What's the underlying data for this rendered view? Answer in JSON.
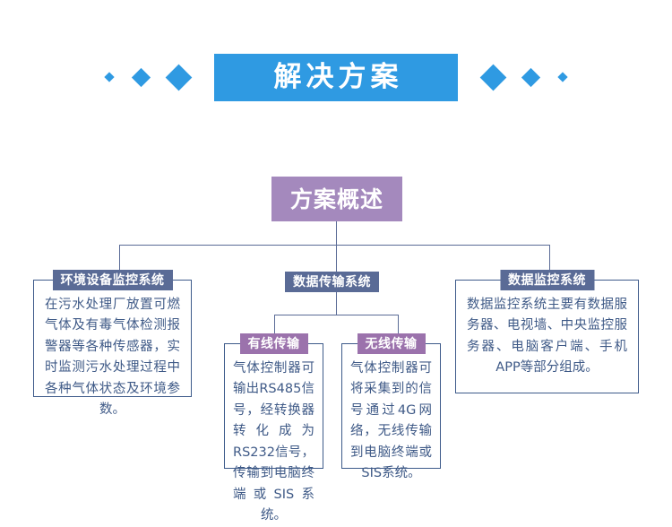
{
  "banner": {
    "title": "解决方案",
    "accent_color": "#2f9ae2",
    "left_diamonds": [
      "small",
      "medium",
      "large"
    ],
    "right_diamonds": [
      "large",
      "medium",
      "small"
    ]
  },
  "root": {
    "label": "方案概述",
    "color": "#a489bd"
  },
  "nodes": {
    "environment": {
      "header": "环境设备监控系统",
      "header_color": "#5a6b96",
      "body": "在污水处理厂放置可燃气体及有毒气体检测报警器等各种传感器，实时监测污水处理过程中各种气体状态及环境参数。"
    },
    "transmission": {
      "header": "数据传输系统",
      "header_color": "#5a6b96"
    },
    "monitoring": {
      "header": "数据监控系统",
      "header_color": "#5a6b96",
      "body": "数据监控系统主要有数据服务器、电视墙、中央监控服务器、电脑客户端、手机APP等部分组成。"
    },
    "wired": {
      "header": "有线传输",
      "header_color": "#9b72ac",
      "body": "气体控制器可输出RS485信号，经转换器转化成为RS232信号，传输到电脑终端或SIS系统。"
    },
    "wireless": {
      "header": "无线传输",
      "header_color": "#9b72ac",
      "body": "气体控制器可将采集到的信号通过4G网络，无线传输到电脑终端或SIS系统。"
    }
  },
  "theme": {
    "line_color": "#5a6b96",
    "body_text_color": "#3f5a87",
    "card_border_color": "#3d5a8a"
  }
}
